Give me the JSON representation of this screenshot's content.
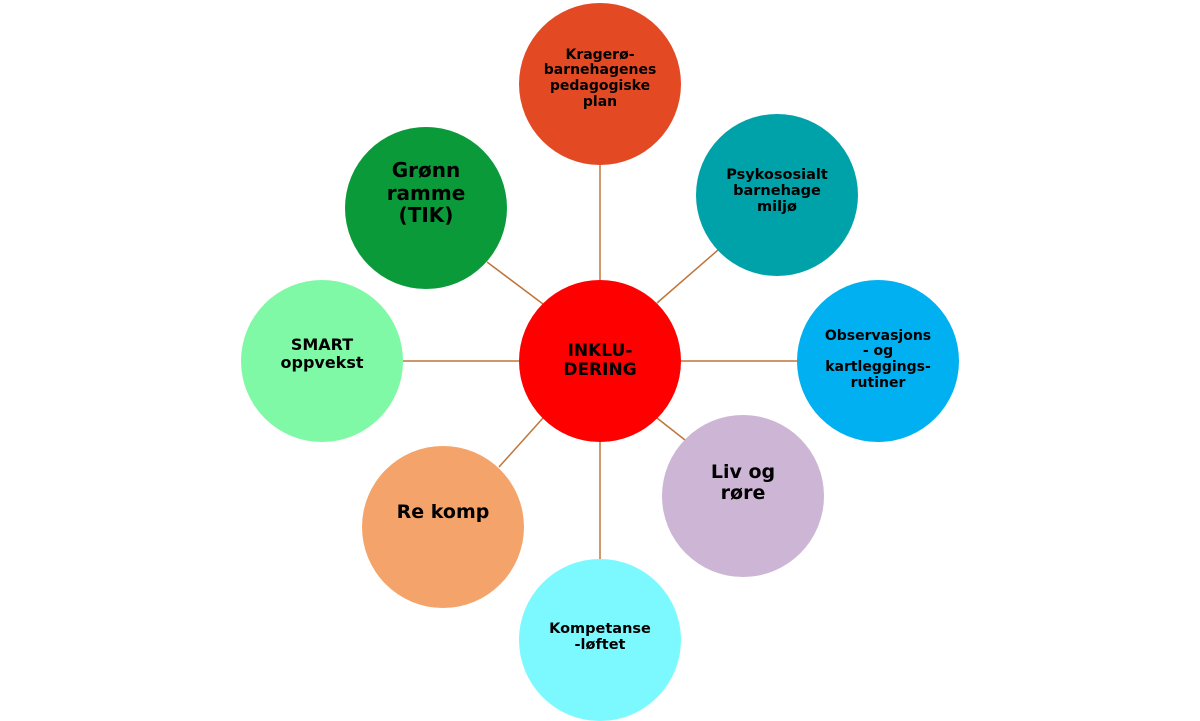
{
  "diagram": {
    "line_color": "#C0753A",
    "center": {
      "label": "INKLU-\nDERING",
      "color": "#FF0000"
    },
    "nodes": [
      {
        "key": "top",
        "label": "Kragerø-\nbarnehagenes\npedagogiske\nplan",
        "color": "#E34A24"
      },
      {
        "key": "tr",
        "label": "Psykososialt\nbarnehage\nmiljø",
        "color": "#00A2A9"
      },
      {
        "key": "right",
        "label": "Observasjons\n- og\nkartleggings-\nrutiner",
        "color": "#00B0F0"
      },
      {
        "key": "br",
        "label": "Liv og\nrøre",
        "color": "#CDB5D5"
      },
      {
        "key": "bottom",
        "label": "Kompetanse\n-løftet",
        "color": "#7CF9FF"
      },
      {
        "key": "bl",
        "label": "Re komp",
        "color": "#F4A46A"
      },
      {
        "key": "left",
        "label": "SMART\noppvekst",
        "color": "#7FF9A5"
      },
      {
        "key": "tl",
        "label": "Grønn\nramme\n(TIK)",
        "color": "#0A9A3A"
      }
    ]
  }
}
